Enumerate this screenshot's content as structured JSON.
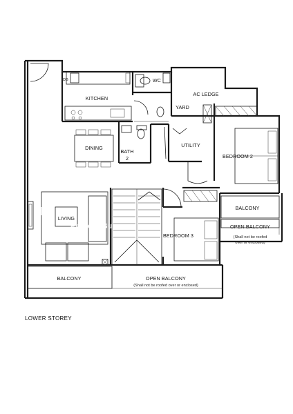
{
  "rooms": {
    "db": "DB",
    "kitchen": "KITCHEN",
    "wc": "WC",
    "ac_ledge": "AC LEDGE",
    "yard": "YARD",
    "dining": "DINING",
    "bath_line1": "BATH",
    "bath_line2": "2",
    "utility": "UTILITY",
    "bedroom2": "BEDROOM 2",
    "bedroom3": "BEDROOM 3",
    "living": "LIVING",
    "balcony_right": "BALCONY",
    "open_balcony_right": "OPEN BALCONY",
    "balcony_bottom": "BALCONY",
    "open_balcony_bottom": "OPEN BALCONY"
  },
  "notes": {
    "right_note_line1": "(Shall not be roofed",
    "right_note_line2": "over or enclosed)",
    "bottom_note": "(Shall not be roofed over or enclosed)"
  },
  "watermark": "PropertyGuru",
  "caption": "LOWER STOREY"
}
